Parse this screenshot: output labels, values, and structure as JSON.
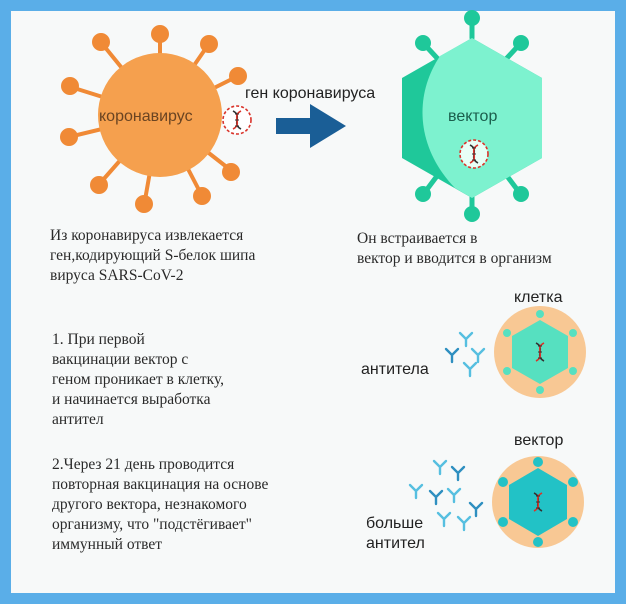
{
  "colors": {
    "border": "#5aaee8",
    "background": "#f7f9f9",
    "virus": "#f5a04e",
    "virus_spike": "#f08a36",
    "vector_dark": "#1fc89a",
    "vector_light": "#7df2cf",
    "arrow": "#1a5e96",
    "cell": "#f8c894",
    "cell_vector_light": "#56e0c0",
    "cell_vector_dark": "#22c2c6",
    "antibody_light": "#56bfe0",
    "antibody_dark": "#2e8fc0",
    "gene_ring": "#d9342b"
  },
  "labels": {
    "virus": "коронавирус",
    "gene": "ген коронавируса",
    "vector": "вектор",
    "cell": "клетка",
    "antibodies": "антитела",
    "vector2": "вектор",
    "more_antibodies": "больше\nантител"
  },
  "captions": {
    "step_virus": "Из коронавируса извлекается\nген,кодирующий S-белок шипа\nвируса SARS-CoV-2",
    "step_vector": "Он встраивается в\nвектор и вводится в организм",
    "vaccination_1": "1. При первой\nвакцинации вектор с\nгеном проникает в клетку,\nи начинается выработка\nантител",
    "vaccination_2": "2.Через 21 день проводится\nповторная вакцинация на основе\nдругого вектора, незнакомого\nорганизму, что \"подстёгивает\"\nиммунный ответ"
  },
  "icons": [
    "dna-icon",
    "arrow-right-icon",
    "antibody-icon"
  ]
}
